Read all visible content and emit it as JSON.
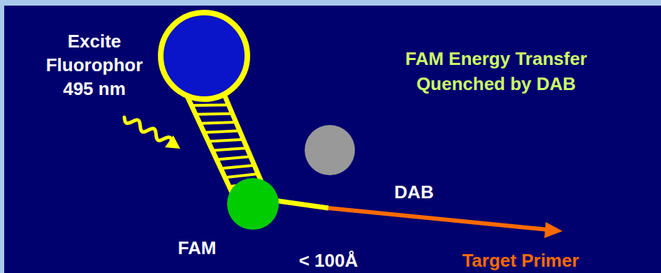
{
  "diagram": {
    "labels": [
      "Excite Fluorophor 495 nm",
      "FAM Energy Transfer Quenched by DAB",
      "DAB",
      "FAM",
      "< 100Å",
      "Target Primer"
    ]
  }
}
